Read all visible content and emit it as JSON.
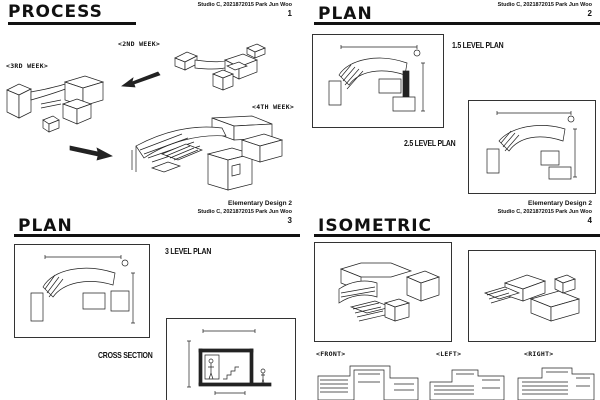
{
  "panels": {
    "process": {
      "title": "PROCESS",
      "studio": "Studio C, 2021872015 Park Jun Woo",
      "page": "1",
      "labels": {
        "week2": "<2ND WEEK>",
        "week3": "<3RD WEEK>",
        "week4": "<4TH WEEK>"
      }
    },
    "plan1": {
      "title": "PLAN",
      "studio": "Studio C, 2021872015 Park Jun Woo",
      "page": "2",
      "labels": {
        "level15": "1.5 LEVEL PLAN",
        "level25": "2.5 LEVEL PLAN"
      }
    },
    "plan2": {
      "title": "PLAN",
      "course": "Elementary Design 2",
      "studio": "Studio C, 2021872015 Park Jun Woo",
      "page": "3",
      "labels": {
        "level3": "3 LEVEL PLAN",
        "cross": "CROSS SECTION"
      }
    },
    "isometric": {
      "title": "ISOMETRIC",
      "course": "Elementary Design 2",
      "studio": "Studio C, 2021872015 Park Jun Woo",
      "page": "4",
      "labels": {
        "front": "<FRONT>",
        "left": "<LEFT>",
        "right": "<RIGHT>"
      }
    }
  }
}
